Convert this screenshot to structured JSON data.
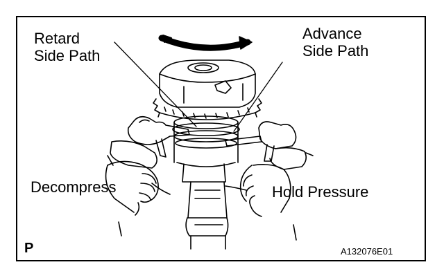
{
  "labels": {
    "retard_line1": "Retard",
    "retard_line2": "Side Path",
    "advance_line1": "Advance",
    "advance_line2": "Side Path",
    "decompress": "Decompress",
    "hold_pressure": "Hold Pressure",
    "view_letter": "P",
    "figure_code": "A132076E01"
  },
  "colors": {
    "ink": "#000000",
    "paper": "#ffffff"
  },
  "icons": {
    "rotation": "rotation-arrow-icon"
  }
}
